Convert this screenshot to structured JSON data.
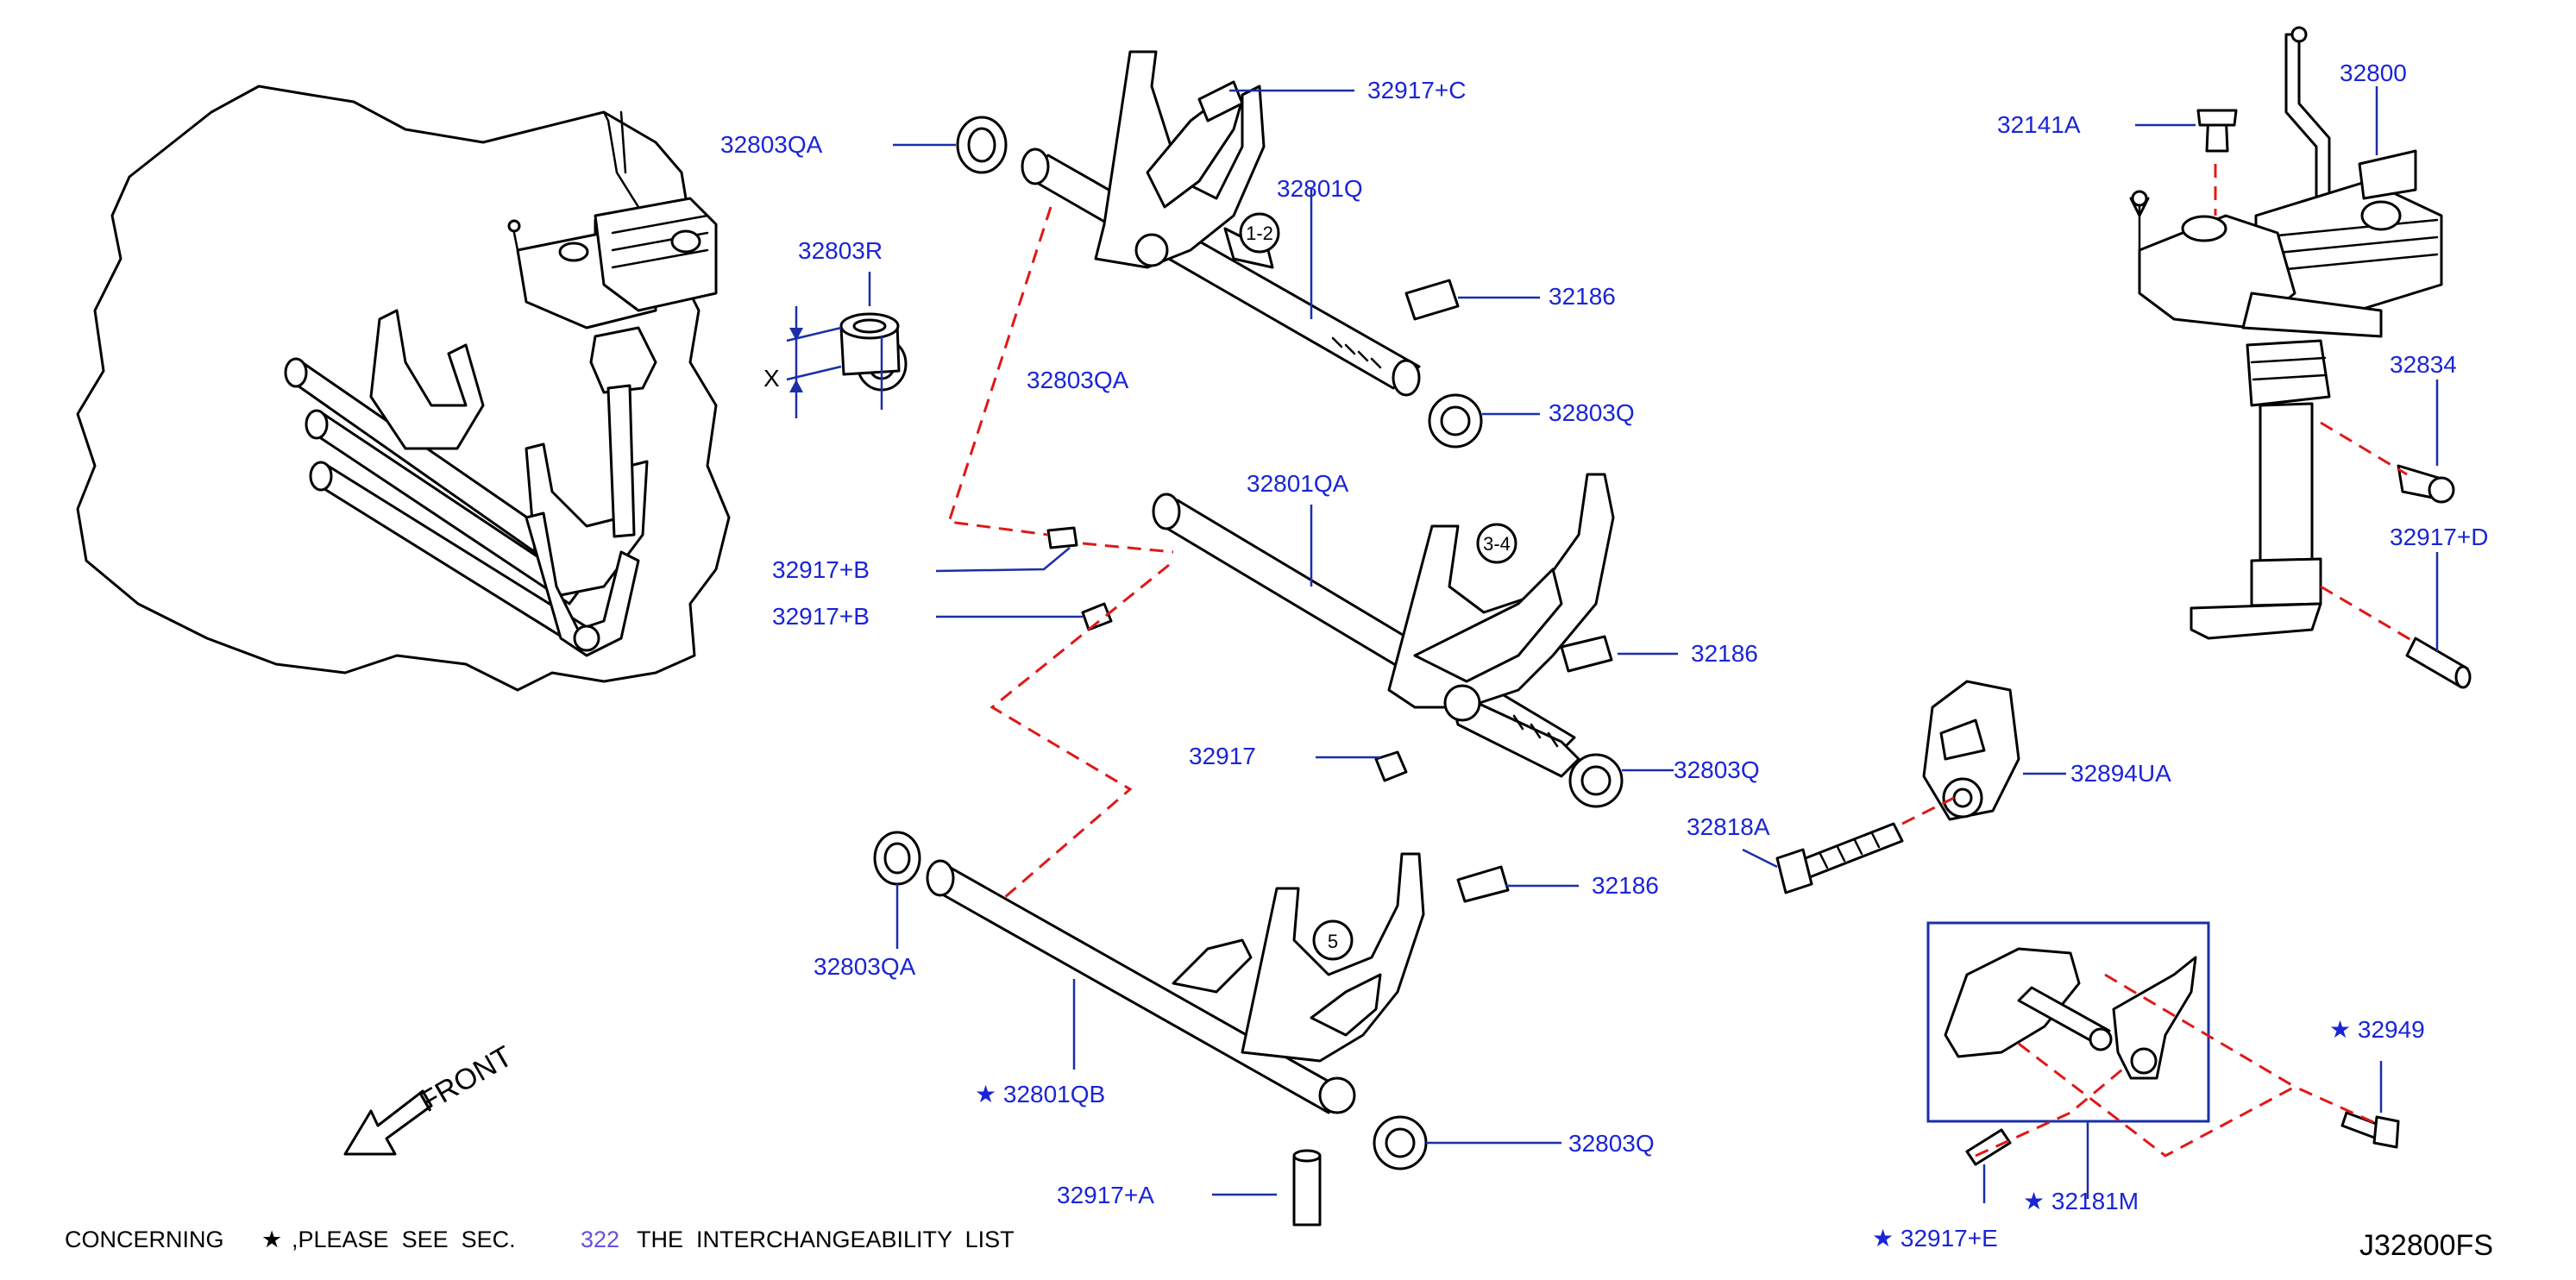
{
  "diagram_code": "J32800FS",
  "front_label": "FRONT",
  "dimension_label": "X",
  "footer": {
    "prefix": "CONCERNING",
    "star": "★",
    "middle": ",PLEASE  SEE  SEC.",
    "section": "322",
    "suffix": "THE  INTERCHANGEABILITY  LIST"
  },
  "selector_labels": {
    "s12": "1-2",
    "s34": "3-4",
    "s5": "5"
  },
  "parts": {
    "p32803QA_top": "32803QA",
    "p32917C": "32917+C",
    "p32801Q": "32801Q",
    "p32803R": "32803R",
    "p32186_1": "32186",
    "p32803QA_mid": "32803QA",
    "p32803Q_1": "32803Q",
    "p32801QA": "32801QA",
    "p32917B_1": "32917+B",
    "p32917B_2": "32917+B",
    "p32186_2": "32186",
    "p32917": "32917",
    "p32803Q_2": "32803Q",
    "p32186_3": "32186",
    "p32803QA_low": "32803QA",
    "p32801QB": "★ 32801QB",
    "p32803Q_3": "32803Q",
    "p32917A": "32917+A",
    "p32141A": "32141A",
    "p32800": "32800",
    "p32834": "32834",
    "p32917D": "32917+D",
    "p32894UA": "32894UA",
    "p32818A": "32818A",
    "p32949": "★ 32949",
    "p32181M": "★ 32181M",
    "p32917E": "★ 32917+E"
  },
  "colors": {
    "label_blue": "#1a25d6",
    "leader_blue": "#1a2fa8",
    "dashed_red": "#e01818",
    "section_ref": "#6a4ee0"
  }
}
